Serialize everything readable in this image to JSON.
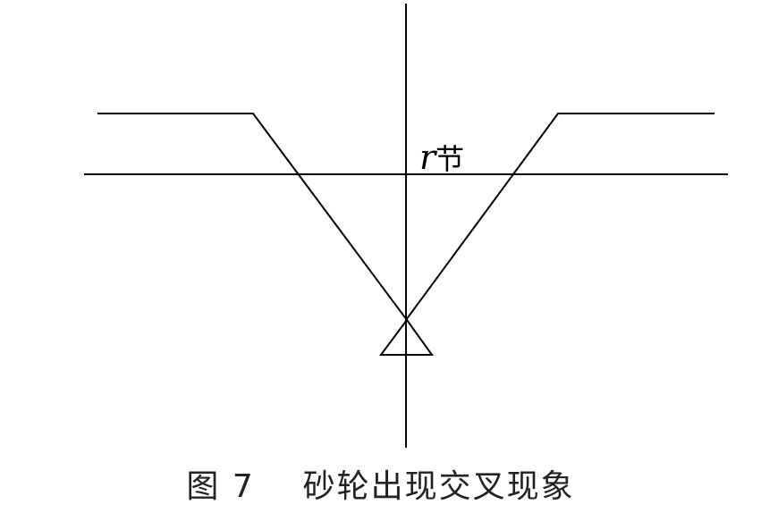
{
  "diagram": {
    "pitch_label": {
      "symbol": "r",
      "subscript": "节"
    }
  },
  "caption": {
    "figure_number": "图 7",
    "text": "砂轮出现交叉现象"
  },
  "colors": {
    "line": "#000000",
    "caption_text": "#222222",
    "background": "#ffffff"
  }
}
